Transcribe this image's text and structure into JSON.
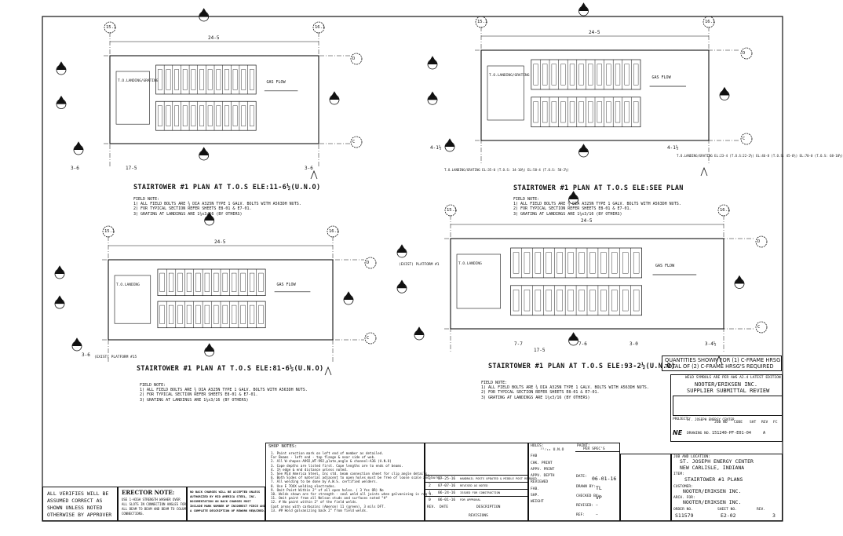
{
  "plans": [
    {
      "title": "STAIRTOWER #1 PLAN AT T.O.S ELE:11-6½(U.N.O)",
      "grid_left": "15.1",
      "grid_right": "16.1",
      "grid_top": "D",
      "grid_bottom": "C",
      "dims": [
        "24-5",
        "17-5",
        "3-6",
        "3-6"
      ],
      "floor_note": "GAS FLOW",
      "landing": "T.O.LANDING/GRATING EL:11-6",
      "notes_title": "FIELD NOTE:",
      "notes": [
        "1) ALL FIELD BOLTS ARE ¾ DIA A325N TYPE 1 GALV. BOLTS WITH A563DH NUTS.",
        "2) FOR TYPICAL SECTION REFER SHEETS E8-01 & E7-01.",
        "3) GRATING AT LANDINGS ARE 1¼x3/16 (BY OTHERS)"
      ]
    },
    {
      "title": "STAIRTOWER #1 PLAN AT T.O.S ELE:SEE PLAN",
      "grid_left": "15.1",
      "grid_right": "16.1",
      "grid_top": "D",
      "grid_bottom": "C",
      "dims": [
        "24-5",
        "4-1½",
        "4-1½"
      ],
      "floor_note": "GAS FLOW",
      "landing": "T.O.LANDING/GRATING EL:23-4 (T.O.S:22-2½) EL:46-8 (T.O.S: 45-6½) EL:70-0 (T.O.S: 68-10½)",
      "landing_left": "T.O.LANDING/GRATING EL:35-0 (T.O.S: 34-10½) EL:58-4 (T.O.S: 58-2½)",
      "notes_title": "FIELD NOTE:",
      "notes": [
        "1) ALL FIELD BOLTS ARE ¾ DIA A325N TYPE 1 GALV. BOLTS WITH A563DH NUTS.",
        "2) FOR TYPICAL SECTION REFER SHEETS E8-01 & E7-01.",
        "3) GRATING AT LANDINGS ARE 1¼x3/16 (BY OTHERS)"
      ]
    },
    {
      "title": "STAIRTOWER #1 PLAN AT T.O.S ELE:81-6½(U.N.O)",
      "grid_left": "15.1",
      "grid_right": "16.1",
      "grid_top": "D",
      "grid_bottom": "C",
      "dims": [
        "24-5",
        "3-6"
      ],
      "floor_note": "GAS FLOW",
      "landing": "T.O.LANDING EL:81-8",
      "platform": "(EXIST) PLATFORM #15",
      "notes_title": "FIELD NOTE:",
      "notes": [
        "1) ALL FIELD BOLTS ARE ¾ DIA A325N TYPE 1 GALV. BOLTS WITH A563DH NUTS.",
        "2) FOR TYPICAL SECTION REFER SHEETS E8-01 & E7-01.",
        "3) GRATING AT LANDINGS ARE 1¼x3/16 (BY OTHERS)"
      ]
    },
    {
      "title": "STAIRTOWER #1 PLAN AT T.O.S ELE:93-2½(U.N.O)",
      "grid_left": "15.1",
      "grid_right": "16.1",
      "grid_top": "D",
      "grid_bottom": "C",
      "dims": [
        "24-5",
        "17-5",
        "7-7",
        "7-6",
        "3-0",
        "3-4½"
      ],
      "floor_note": "GAS FLOW",
      "landing": "T.O.LANDING EL:93-4",
      "platform": "(EXIST) PLATFORM #1",
      "notes_title": "FIELD NOTE:",
      "notes": [
        "1) ALL FIELD BOLTS ARE ¾ DIA A325N TYPE 1 GALV. BOLTS WITH A563DH NUTS.",
        "2) FOR TYPICAL SECTION REFER SHEETS E8-01 & E7-01.",
        "3) GRATING AT LANDINGS ARE 1¼x3/16 (BY OTHERS)"
      ]
    }
  ],
  "quantities": [
    "QUANTITIES SHOWN FOR (1) C-FRAME HRSG",
    "TOTAL OF (2) C-FRAME HRSG'S REQUIRED"
  ],
  "review": {
    "header": "WELD SYMBOLS ARE PER AWS A2.4 LATEST EDITION",
    "company": "NOOTER/ERIKSEN INC.",
    "title": "SUPPLIER SUBMITTAL REVIEW",
    "project_label": "PROJECT:",
    "project": "ST. JOSEPH ENERGY CENTER",
    "cols": [
      "JOB NO",
      "CODE",
      "SHT",
      "REV",
      "FC"
    ],
    "drawing_label": "DRAWING NO.",
    "drawing_no": "151240-PF-E01-04",
    "code": "A"
  },
  "shop_notes_title": "SHOP NOTES:",
  "shop_notes": [
    "1. Paint erection mark on left end of member as detailed.",
    "   For Beams - left end - top flange & near side of web.",
    "2. All W-shapes-A992,WT-992,plate,angle & channel-A36 (U.N.O)",
    "3. Cope depths are listed first. Cope lengths are to ends of beams.",
    "4. 1½ edge & end distance unless noted.",
    "5. See Mid America Steel, Inc std. beam connection sheet for clip angle details.",
    "6. Both Sides of material adjacent to open holes must be free of loose scale and burrs.",
    "7. All welding to be done by A.W.S. certified welders.",
    "8. Use E 7OXX welding electrodes.",
    "9. Omit Paint Within 2\" of all open holes. ( 3 Yes OR) No",
    "10. Welds shown are for strength - seal weld all joints when galvanizing is req'd.",
    "11. Omit paint from all Nelson studs and surfaces noted \"#\"",
    "12. # No paint within 2\" of the field welds.",
    "   Coat areas with carbozinc (Ameron) 11 (green), 3 mils DFT.",
    "13. ## Hold galvanizing back 2\" from field welds."
  ],
  "revisions": [
    {
      "rev": "3",
      "date": "07-25-16",
      "desc": "HANDRAIL POSTS UPDATED & MIDDLE POST REMOVED"
    },
    {
      "rev": "2",
      "date": "07-07-16",
      "desc": "REVISED AS NOTED"
    },
    {
      "rev": "1",
      "date": "06-24-16",
      "desc": "ISSUED FOR CONSTRUCTION"
    },
    {
      "rev": "0",
      "date": "06-01-16",
      "desc": "FOR APPROVAL"
    }
  ],
  "rev_header": {
    "rev": "REV.",
    "date": "DATE",
    "desc": "DESCRIPTION",
    "footer": "REVISIONS"
  },
  "mid_labels": {
    "holes": "HOLES:",
    "holes_val": "¹⁵⁄₁₆ U.N.O",
    "paint": "PAINT:",
    "paint_val": "PER SPEC'S",
    "fields": [
      "FAB",
      "CHK. PRINT",
      "APPV. PRINT",
      "APPV. DEPTH",
      "REVIEWED",
      "FAB.",
      "SHP.",
      "WEIGHT"
    ],
    "date_label": "DATE:",
    "date": "06-01-16",
    "drawn_label": "DRAWN BY:",
    "drawn": "TL",
    "checked_label": "CHECKED BY:",
    "checked": "VP",
    "revised_label": "REVISED:",
    "revised": "—",
    "ref_label": "REF:",
    "ref": "—"
  },
  "job": {
    "job_loc_label": "JOB AND LOCATION:",
    "job": "ST. JOSEPH ENERGY CENTER",
    "location": "NEW CARLISLE, INDIANA",
    "item_label": "ITEM:",
    "item": "STAIRTOWER #1 PLANS",
    "customer_label": "CUSTOMER:",
    "customer": "NOOTER/ERIKSEN INC.",
    "arch_label": "ARCH. FOR:",
    "arch": "NOOTER/ERIKSEN INC.",
    "order_label": "ORDER NO.",
    "order": "S11579",
    "sheet_label": "SHEET NO.",
    "sheet": "E2-02",
    "rev_label": "REV.",
    "rev": "3"
  },
  "verify": [
    "ALL VERIFIES WILL BE",
    "ASSUMED CORRECT AS",
    "SHOWN UNLESS NOTED",
    "OTHERWISE BY APPROVER"
  ],
  "erector": {
    "title": "ERECTOR NOTE:",
    "lines": [
      "USE 1-HIGH STRENGTH WASHER OVER",
      "ALL SLOTS IN CONNECTION ANGLES FOR",
      "ALL BEAM TO BEAM AND BEAM TO COLUMN",
      "CONNECTIONS."
    ]
  },
  "backcharge": [
    "NO BACK CHARGES WILL BE ACCEPTED UNLESS",
    "AUTHORIZED BY MID AMERICA STEEL, INC.",
    "DOCUMENTATION ON BACK CHARGES MUST",
    "INCLUDE MARK NUMBER OF INCORRECT PIECE AND",
    "A COMPLETE DESCRIPTION OF REWORK REQUIRED."
  ]
}
